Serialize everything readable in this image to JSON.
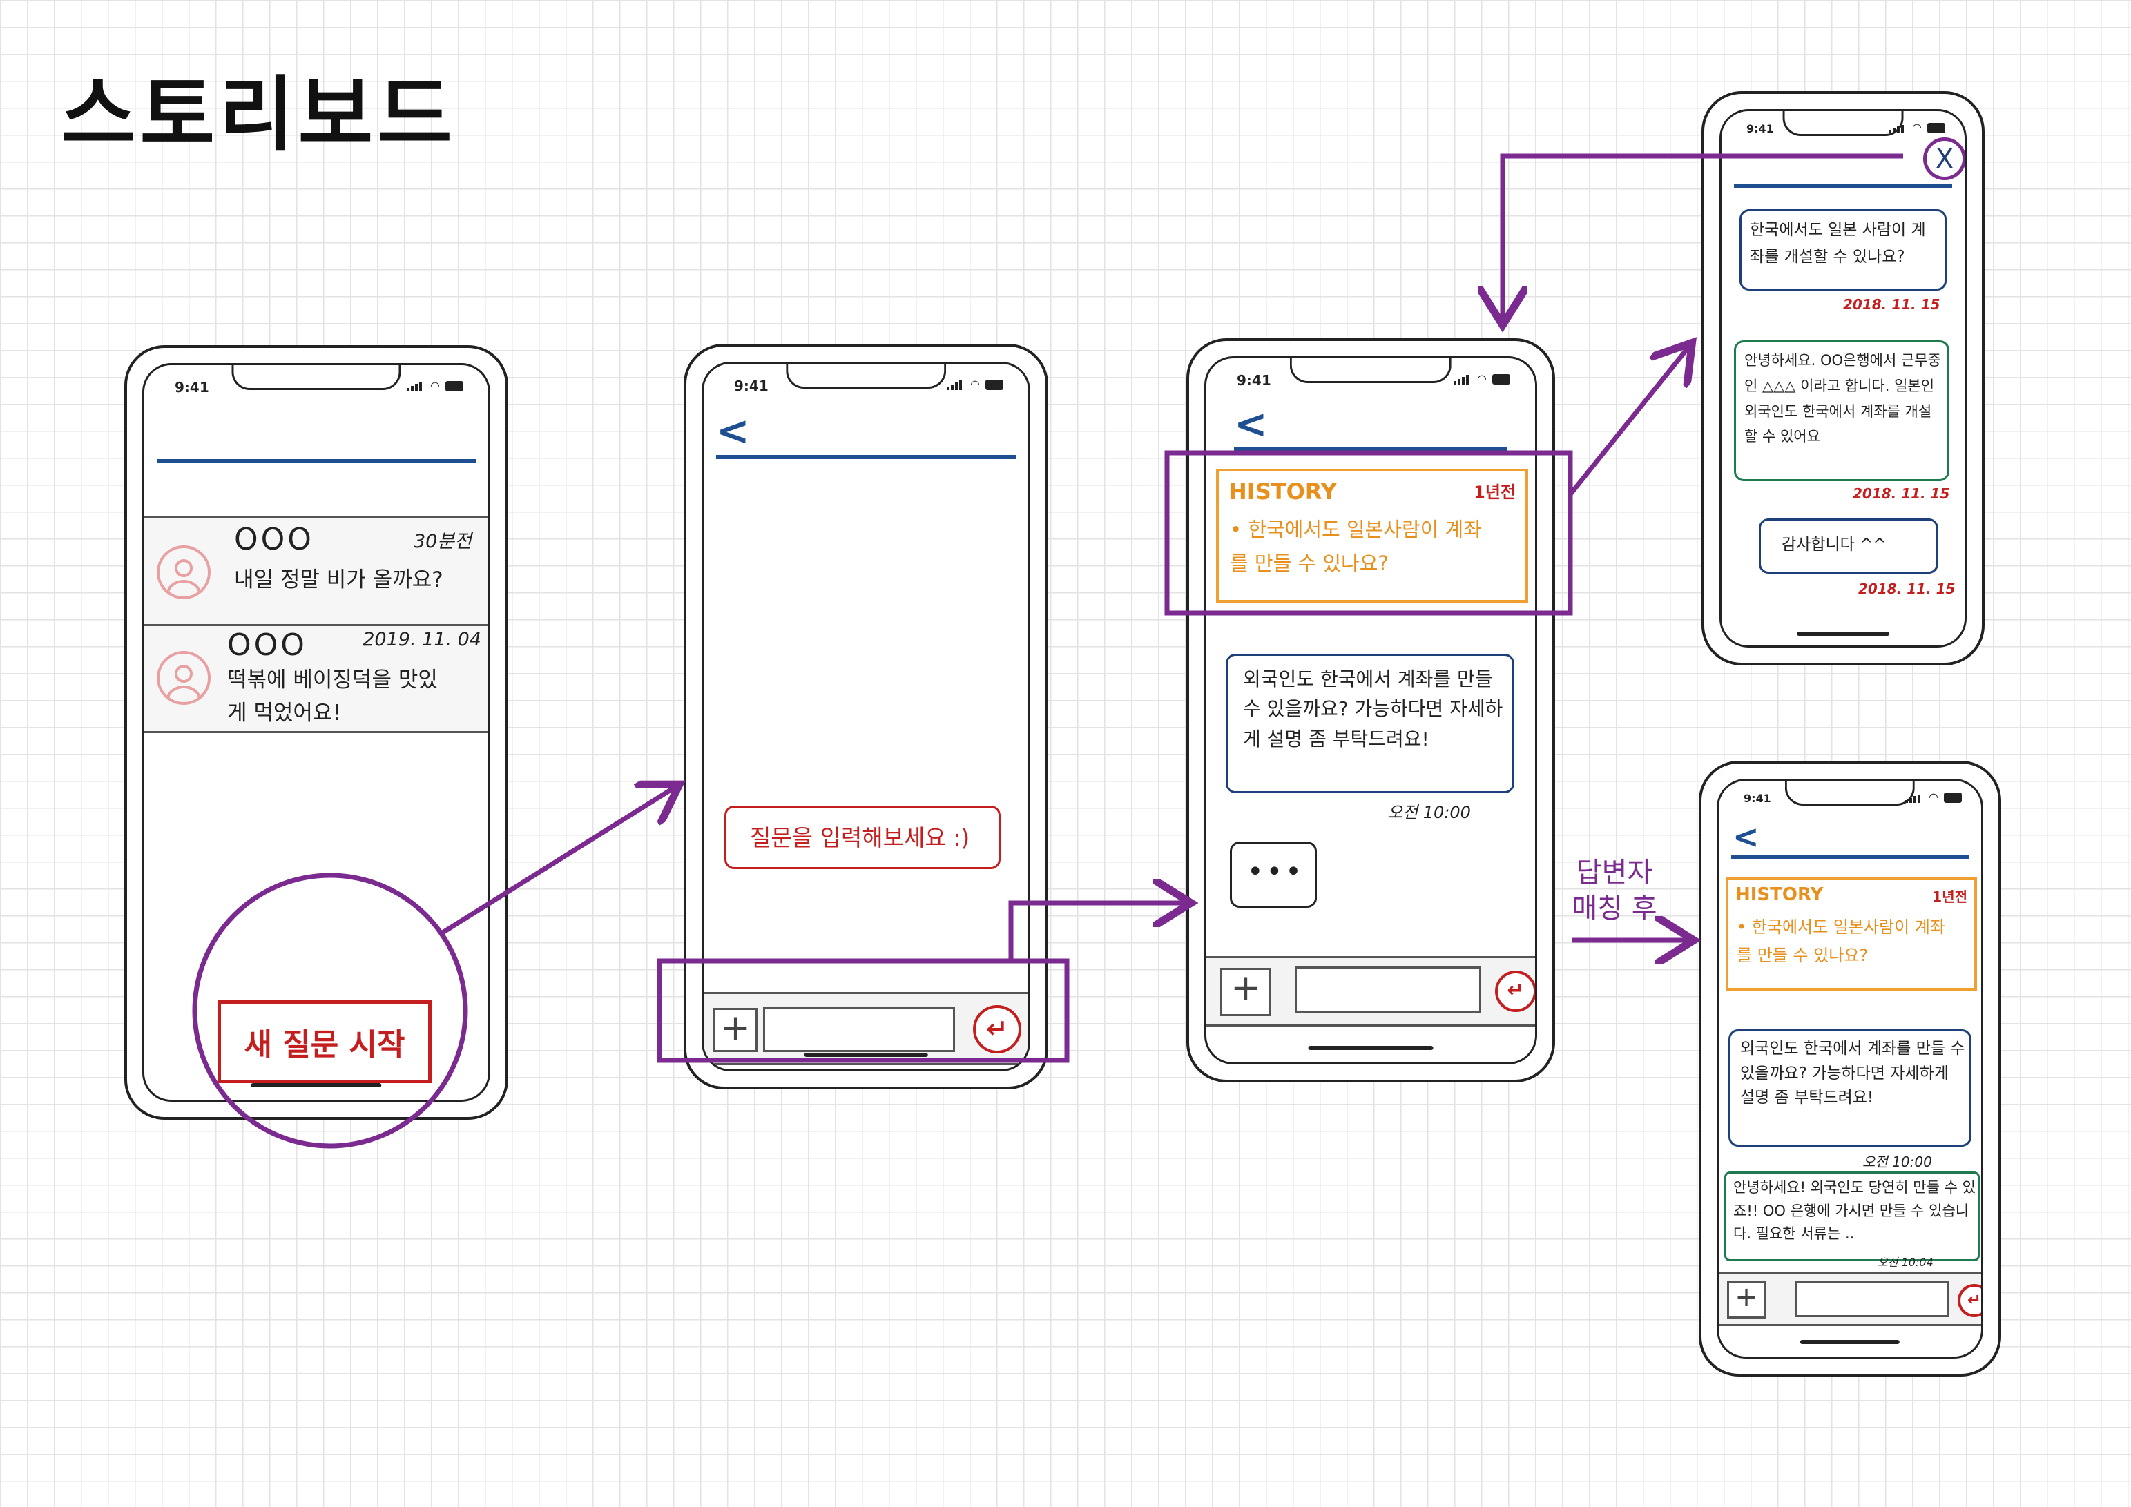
{
  "title": "스토리보드",
  "status_time": "9:41",
  "phone1": {
    "items": [
      {
        "name": "OOO",
        "time": "30분전",
        "text": "내일 정말 비가 올까요?"
      },
      {
        "name": "OOO",
        "time": "2019. 11. 04",
        "text": "떡볶에 베이징덕을 맛있게 먹었어요!"
      }
    ],
    "new_question_label": "새 질문 시작"
  },
  "phone2": {
    "back_label": "<",
    "placeholder_bubble": "질문을 입력해보세요 :)",
    "plus_label": "+",
    "send_label": "↵"
  },
  "phone3": {
    "back_label": "<",
    "history_title": "HISTORY",
    "history_age": "1년전",
    "history_question": "• 한국에서도 일본사람이 계좌를 만들 수 있나요?",
    "question_bubble": "외국인도 한국에서 계좌를 만들 수 있을까요? 가능하다면 자세하게 설명 좀 부탁드려요!",
    "question_time": "오전 10:00",
    "typing": "•••",
    "plus_label": "+",
    "send_label": "↵"
  },
  "phone4": {
    "close_label": "X",
    "bubble1": "한국에서도 일본 사람이 계좌를 개설할 수 있나요?",
    "bubble1_date": "2018. 11. 15",
    "bubble2": "안녕하세요. OO은행에서 근무중인 △△△ 이라고 합니다. 일본인 외국인도 한국에서 계좌를 개설할 수 있어요",
    "bubble2_date": "2018. 11. 15",
    "bubble3": "감사합니다 ^^",
    "bubble3_date": "2018. 11. 15"
  },
  "phone5": {
    "back_label": "<",
    "history_title": "HISTORY",
    "history_age": "1년전",
    "history_question": "• 한국에서도 일본사람이 계좌를 만들 수 있나요?",
    "question_bubble": "외국인도 한국에서 계좌를 만들 수 있을까요? 가능하다면 자세하게 설명 좀 부탁드려요!",
    "question_time": "오전 10:00",
    "answer_bubble": "안녕하세요! 외국인도 당연히 만들 수 있죠!! OO 은행에 가시면 만들 수 있습니다. 필요한 서류는 ..",
    "answer_time": "오전 10:04",
    "plus_label": "+",
    "send_label": "↵"
  },
  "annotation": {
    "after_matching": "답변자\n매칭 후"
  },
  "colors": {
    "header_blue": "#1d4f91",
    "accent_red": "#c41e1e",
    "highlight_purple": "#7b2a8f",
    "history_orange": "#f0a030",
    "bubble_navy": "#1d3f7a",
    "bubble_green": "#1f7a4f"
  }
}
